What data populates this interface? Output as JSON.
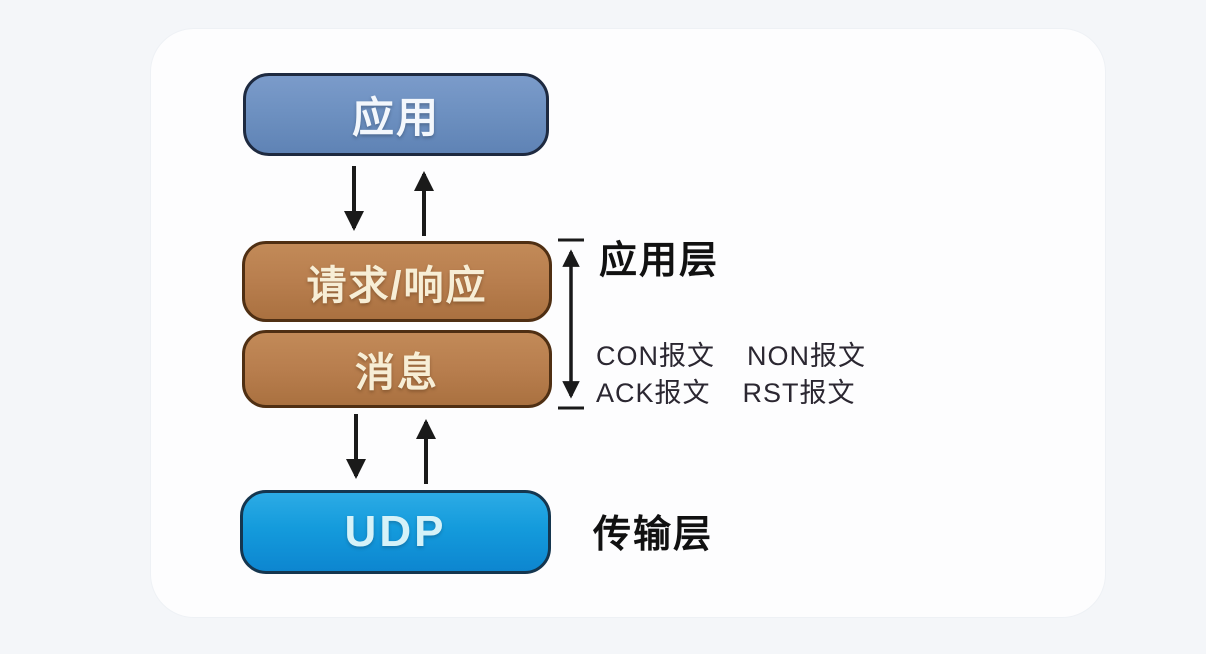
{
  "diagram": {
    "title_hint": "CoAP protocol stack",
    "boxes": {
      "application": {
        "label": "应用"
      },
      "request_response": {
        "label": "请求/响应"
      },
      "message": {
        "label": "消息"
      },
      "udp": {
        "label": "UDP"
      }
    },
    "annotations": {
      "application_layer": "应用层",
      "transport_layer": "传输层",
      "message_types": {
        "row1": [
          "CON报文",
          "NON报文"
        ],
        "row2": [
          "ACK报文",
          "RST报文"
        ]
      }
    },
    "colors": {
      "application_box_fill": "#6e91c1",
      "application_box_border": "#1e2a40",
      "coap_box_fill": "#b87e4e",
      "coap_box_border": "#4f2f13",
      "udp_box_fill": "#149bdc",
      "udp_box_border": "#15364f",
      "box_text_light": "#f7eed6",
      "udp_text": "#d6f2f8",
      "arrow": "#1a1a1a",
      "label_text": "#111111",
      "panel_background": "#fdfdfe",
      "page_background": "#f4f6f9"
    }
  }
}
